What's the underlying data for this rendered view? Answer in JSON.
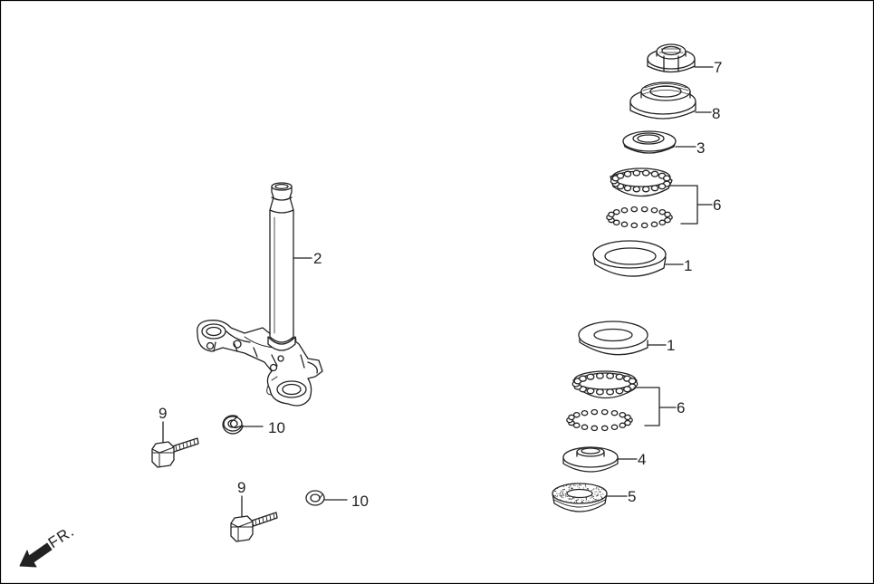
{
  "callouts": {
    "c7": "7",
    "c8": "8",
    "c3": "3",
    "c6a": "6",
    "c1a": "1",
    "c2": "2",
    "c1b": "1",
    "c6b": "6",
    "c4": "4",
    "c5": "5",
    "c9a": "9",
    "c10a": "10",
    "c9b": "9",
    "c10b": "10"
  },
  "direction": {
    "label": "FR."
  },
  "colors": {
    "line": "#222222",
    "frame": "#000000",
    "fill": "#ffffff"
  }
}
